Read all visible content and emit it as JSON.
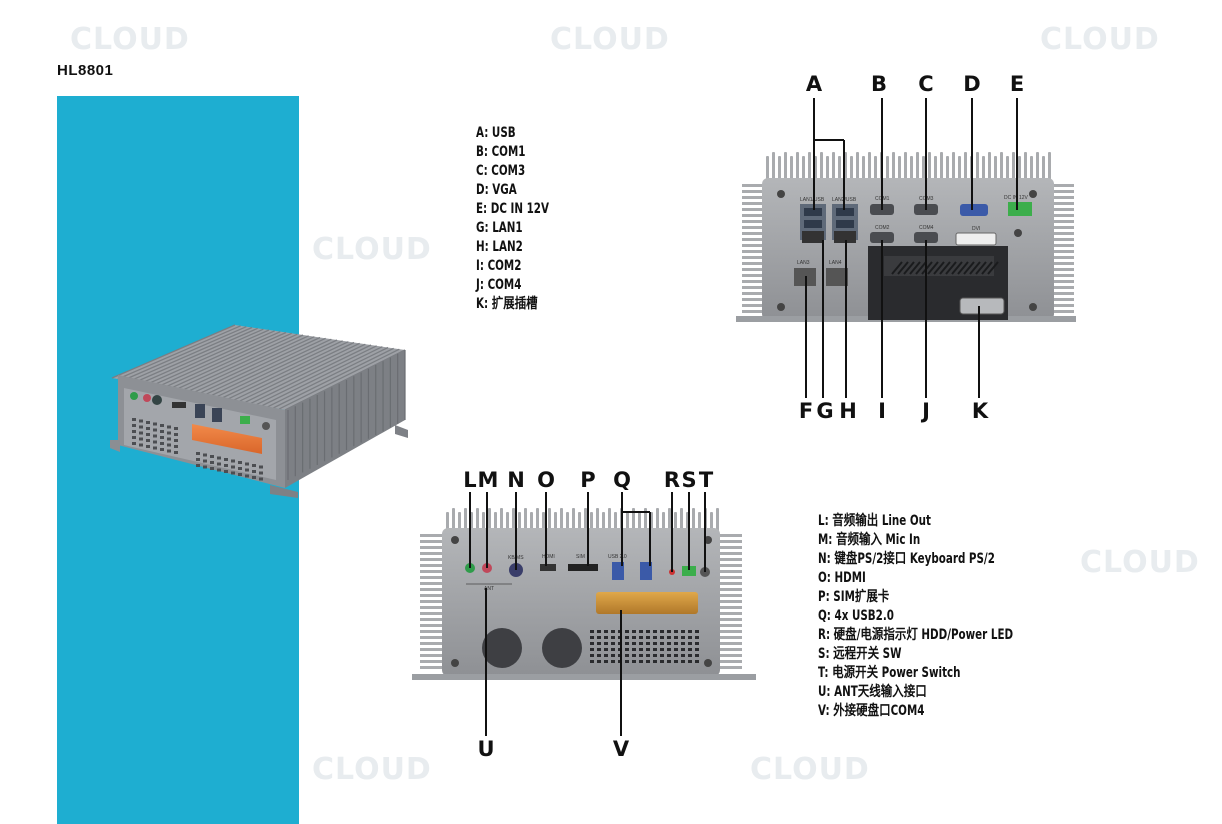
{
  "model": "HL8801",
  "watermark": "CLOUD",
  "legend_top": [
    "A: USB",
    "B: COM1",
    "C: COM3",
    "D: VGA",
    "E: DC IN 12V",
    "G: LAN1",
    "H: LAN2",
    "I: COM2",
    "J: COM4",
    "K: 扩展插槽"
  ],
  "legend_bottom": [
    "L: 音频输出 Line Out",
    "M: 音频输入 Mic In",
    "N: 键盘PS/2接口 Keyboard PS/2",
    "O: HDMI",
    "P: SIM扩展卡",
    "Q: 4x USB2.0",
    "R: 硬盘/电源指示灯 HDD/Power LED",
    "S: 远程开关 SW",
    "T: 电源开关 Power Switch",
    "U: ANT天线输入接口",
    "V: 外接硬盘口COM4"
  ],
  "letters_rear_top": [
    "A",
    "B",
    "C",
    "D",
    "E"
  ],
  "letters_rear_bottom": [
    "F",
    "G",
    "H",
    "I",
    "J",
    "K"
  ],
  "letters_front_top": [
    "L",
    "M",
    "N",
    "O",
    "P",
    "Q",
    "R",
    "S",
    "T"
  ],
  "letters_front_bottom": [
    "U",
    "V"
  ],
  "panel_labels": {
    "lan_usb_1": "LAN1/USB",
    "lan_usb_2": "LAN2/USB",
    "com1": "COM1",
    "com3": "COM3",
    "com2": "COM2",
    "com4": "COM4",
    "dc": "DC IN 12V",
    "lan3": "LAN3",
    "lan4": "LAN4",
    "dvi": "DVI",
    "hdmi": "HDMI",
    "sim": "SIM",
    "usb": "USB 2.0",
    "ant": "ANT",
    "kb": "KB/MS"
  },
  "colors": {
    "accent": "#1eaed1",
    "metal": "#9a9ca0",
    "metal_dark": "#6f7175"
  }
}
